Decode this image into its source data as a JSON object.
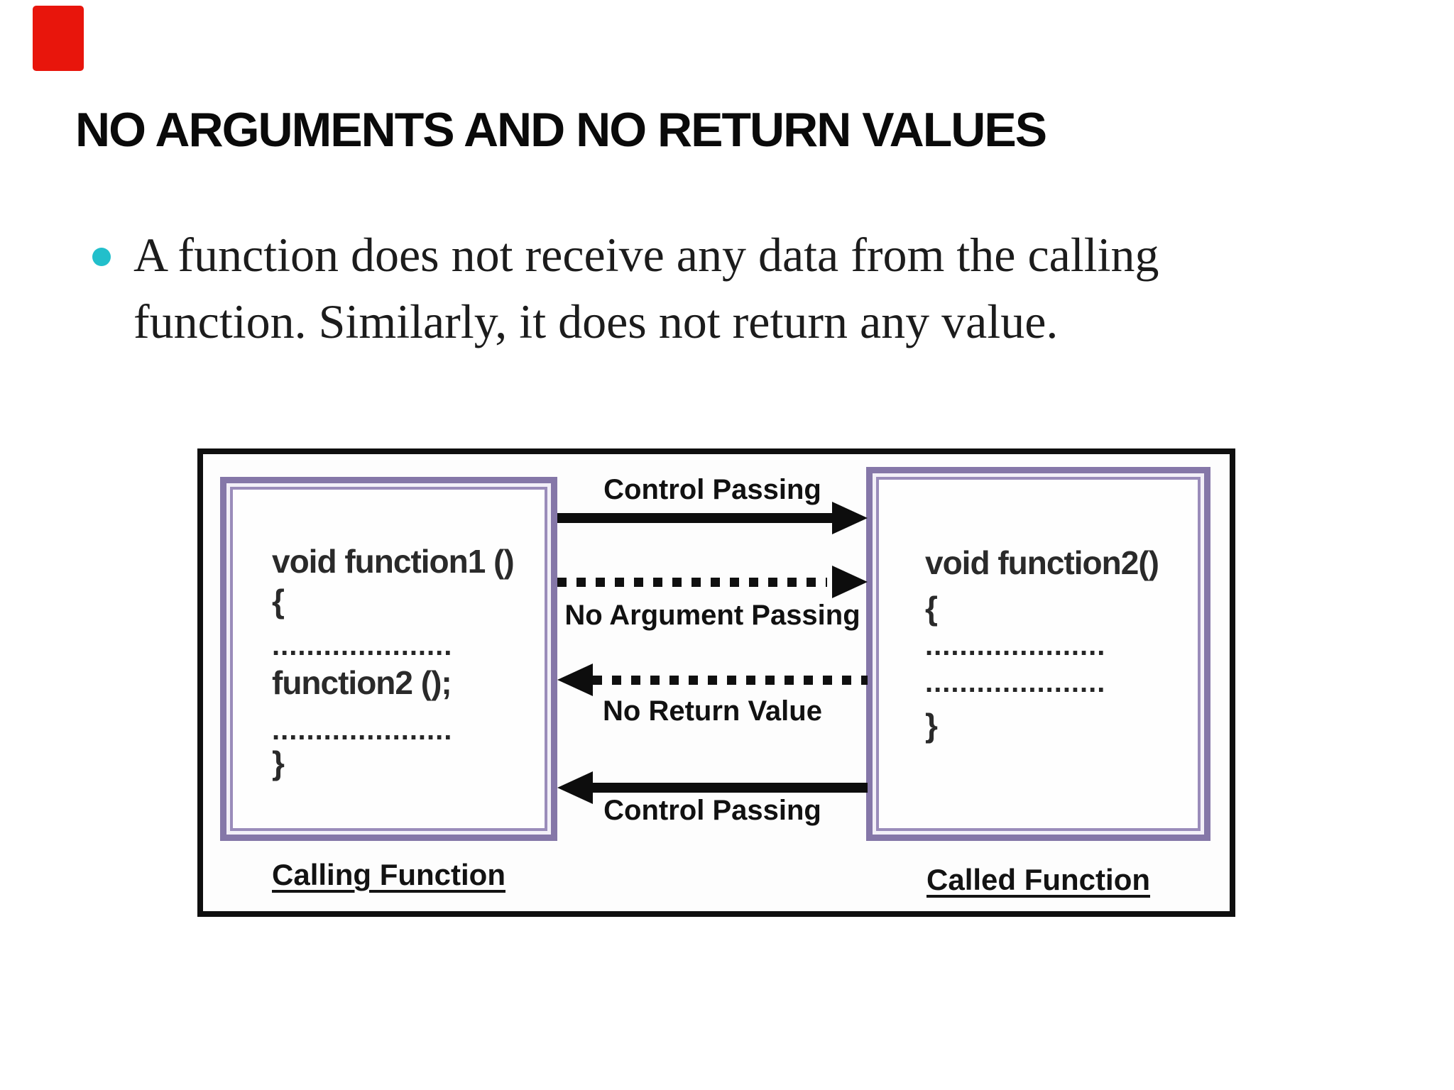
{
  "slide": {
    "title": "NO ARGUMENTS AND NO RETURN VALUES",
    "bullet": {
      "line1": "A function does not receive any data from the calling",
      "line2": "function. Similarly, it does not return any value.",
      "marker_color": "#22bfcb"
    },
    "accent_bar_color": "#e8150c"
  },
  "diagram": {
    "frame_color": "#0f0f0f",
    "box_border_color": "#8577a8",
    "left_box": {
      "caption": "Calling Function",
      "lines": [
        "void function1 ()",
        "{",
        ".....................",
        "function2 ();",
        ".....................",
        "}"
      ]
    },
    "right_box": {
      "caption": "Called Function",
      "lines": [
        "void function2()",
        "{",
        ".....................",
        ".....................",
        "}"
      ]
    },
    "arrows": [
      {
        "label": "Control Passing",
        "style": "solid",
        "direction": "right"
      },
      {
        "label": "No Argument Passing",
        "style": "dotted",
        "direction": "right"
      },
      {
        "label": "No Return Value",
        "style": "dotted",
        "direction": "left"
      },
      {
        "label": "Control Passing",
        "style": "solid",
        "direction": "left"
      }
    ]
  }
}
